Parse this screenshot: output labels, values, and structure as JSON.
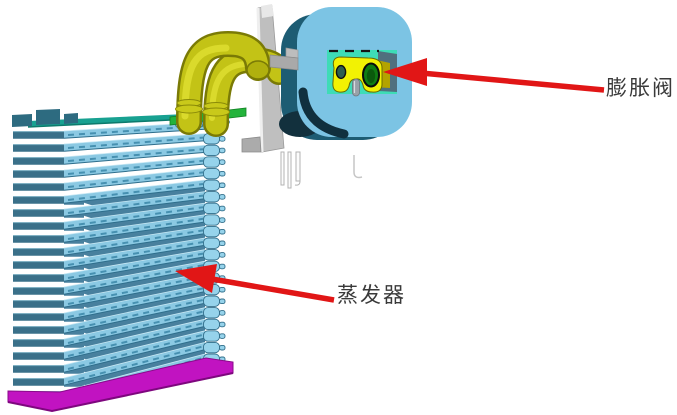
{
  "figure": {
    "background": "#ffffff",
    "kind": "annotated 3D CAD illustration of evaporator with expansion valve"
  },
  "annotations": {
    "expansion_valve": {
      "label": "膨胀阀"
    },
    "evaporator": {
      "label": "蒸发器"
    }
  },
  "colors": {
    "arrow_red": "#e11616",
    "label_text": "#3a3a3a",
    "fin_light_blue": "#8bc9e3",
    "fin_dark_blue": "#3a7089",
    "fin_backing": "#48809e",
    "fin_edge": "#2e6e8c",
    "top_plate_teal": "#18a191",
    "base_magenta": "#c113c1",
    "pipe_yellow": "#c3c316",
    "pipe_shadow": "#7a7a06",
    "fitting_green": "#23b33b",
    "bracket_gray": "#bfbfbf",
    "valve_face_blue": "#7cc4e4",
    "valve_side_teal": "#1d5c73",
    "valve_recess_green": "#3edcb6",
    "valve_insert_yellow": "#f2f203",
    "valve_port_green": "#0f7d13",
    "valve_pin_gray": "#99a1a9"
  },
  "parts": [
    {
      "name": "evaporator-core"
    },
    {
      "name": "expansion-valve"
    },
    {
      "name": "inlet-outlet-pipes"
    },
    {
      "name": "mounting-bracket"
    },
    {
      "name": "base-plate"
    }
  ]
}
